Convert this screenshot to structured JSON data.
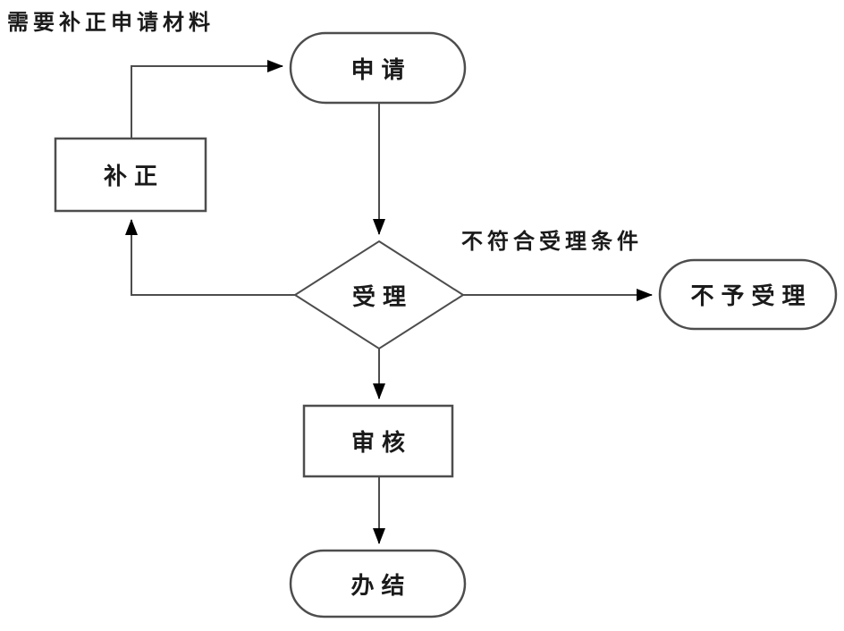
{
  "diagram": {
    "type": "flowchart",
    "language": "zh-CN"
  },
  "colors": {
    "background": "#ffffff",
    "shape_fill": "#ffffff",
    "shape_border": "#4d4d4d",
    "connector": "#4d4d4d",
    "arrowhead": "#000000",
    "text": "#1a1a1a"
  },
  "nodes": {
    "apply": {
      "label": "申请",
      "shape": "stadium"
    },
    "correction": {
      "label": "补正",
      "shape": "rectangle"
    },
    "accept": {
      "label": "受理",
      "shape": "diamond"
    },
    "not_accepted": {
      "label": "不予受理",
      "shape": "stadium"
    },
    "review": {
      "label": "审核",
      "shape": "rectangle"
    },
    "complete": {
      "label": "办结",
      "shape": "stadium"
    }
  },
  "annotations": {
    "needs_correction": "需要补正申请材料",
    "reject_condition": "不符合受理条件"
  },
  "edges": [
    {
      "from": "apply",
      "to": "accept",
      "label": ""
    },
    {
      "from": "accept",
      "to": "correction",
      "label": "需要补正申请材料"
    },
    {
      "from": "correction",
      "to": "apply",
      "label": ""
    },
    {
      "from": "accept",
      "to": "not_accepted",
      "label": "不符合受理条件"
    },
    {
      "from": "accept",
      "to": "review",
      "label": ""
    },
    {
      "from": "review",
      "to": "complete",
      "label": ""
    }
  ]
}
